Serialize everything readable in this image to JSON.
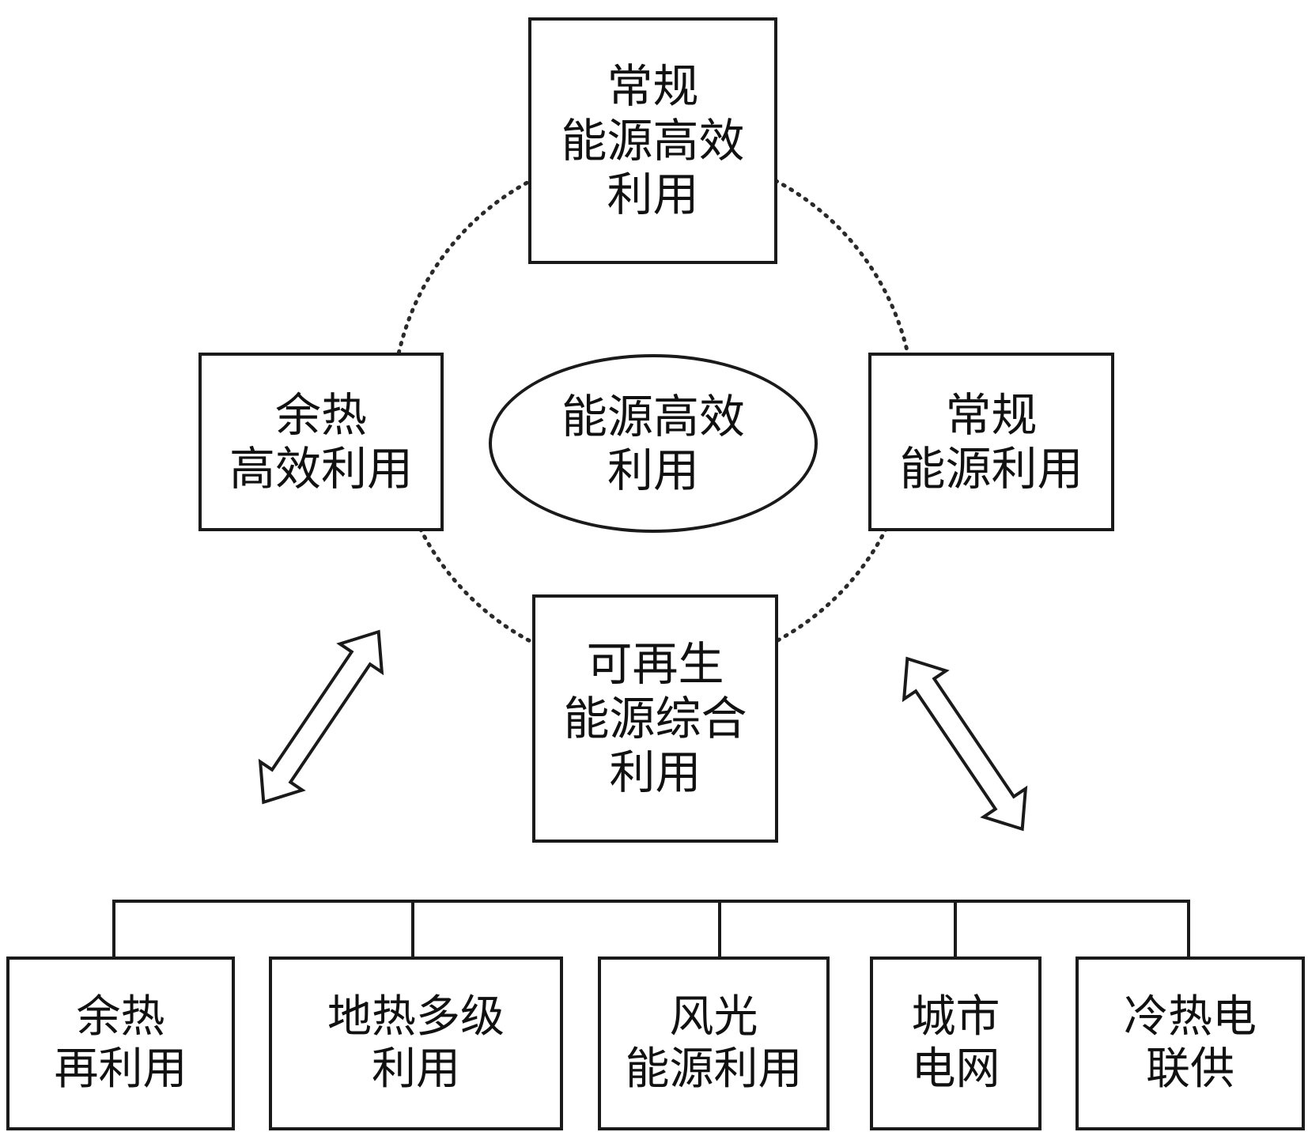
{
  "center": {
    "lines": [
      "能源高效",
      "利用"
    ]
  },
  "ring": {
    "top": {
      "lines": [
        "常规",
        "能源高效",
        "利用"
      ]
    },
    "left": {
      "lines": [
        "余热",
        "高效利用"
      ]
    },
    "right": {
      "lines": [
        "常规",
        "能源利用"
      ]
    },
    "bottom": {
      "lines": [
        "可再生",
        "能源综合",
        "利用"
      ]
    }
  },
  "bottom_boxes": [
    {
      "lines": [
        "余热",
        "再利用"
      ]
    },
    {
      "lines": [
        "地热多级",
        "利用"
      ]
    },
    {
      "lines": [
        "风光",
        "能源利用"
      ]
    },
    {
      "lines": [
        "城市",
        "电网"
      ]
    },
    {
      "lines": [
        "冷热电",
        "联供"
      ]
    }
  ],
  "colors": {
    "stroke": "#1a1a1a",
    "background": "#ffffff"
  },
  "icons": {
    "left_arrow": "double-headed-arrow-icon",
    "right_arrow": "double-headed-arrow-icon"
  }
}
